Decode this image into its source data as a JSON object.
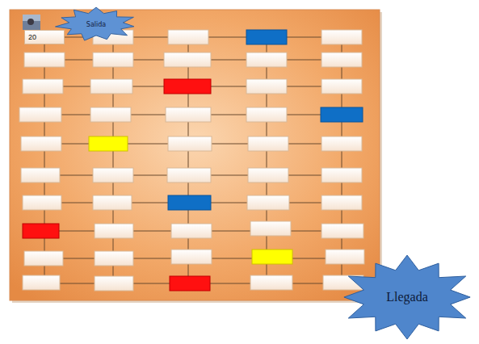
{
  "diagram": {
    "nodes": [
      {
        "text": [
          "Salida"
        ]
      },
      {
        "text": [
          "20"
        ]
      },
      {
        "text": [
          "Llegada"
        ]
      }
    ]
  }
}
